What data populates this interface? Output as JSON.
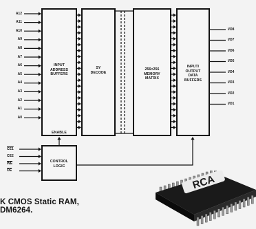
{
  "blocks": {
    "input_address_buffers": {
      "label": "INPUT\nADDRESS\nBUFFERS",
      "enable_label": "ENABLE"
    },
    "decoder": {
      "label": "SY\nDECODE"
    },
    "memory_matrix": {
      "label": "256×256\nMEMORY\nMATRIX"
    },
    "io_data_buffers": {
      "label": "INPUT/\nOUTPUT\nDATA\nBUFFERS"
    },
    "control_logic": {
      "label": "CONTROL\nLOGIC"
    }
  },
  "address_pins": [
    "A12",
    "A11",
    "A10",
    "A9",
    "A8",
    "A7",
    "A6",
    "A5",
    "A4",
    "A3",
    "A2",
    "A1",
    "A0"
  ],
  "io_pins": [
    "I/O8",
    "I/O7",
    "I/O6",
    "I/O5",
    "I/O4",
    "I/O3",
    "I/O2",
    "I/O1"
  ],
  "control_pins": [
    {
      "name": "CE1",
      "overline": true
    },
    {
      "name": "CE2",
      "overline": false
    },
    {
      "name": "WE",
      "overline": true
    },
    {
      "name": "OE",
      "overline": true
    }
  ],
  "chip": {
    "logo": "RCA"
  },
  "caption": "K CMOS Static RAM,\nDM6264."
}
